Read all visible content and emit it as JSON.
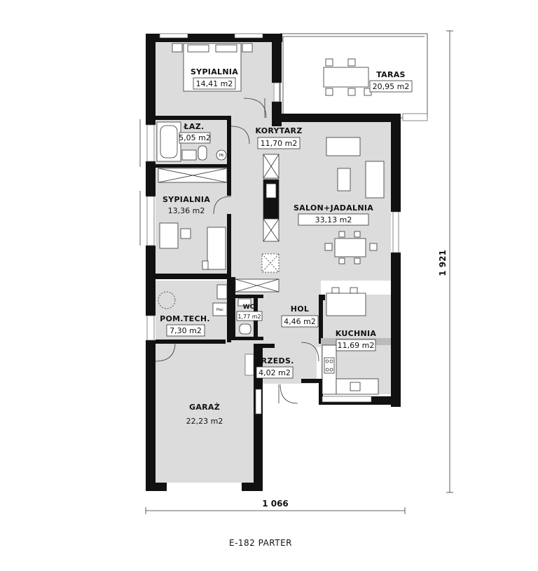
{
  "plan": {
    "title": "E-182 PARTER",
    "dimensions": {
      "width": "1 066",
      "height": "1 921"
    },
    "rooms": [
      {
        "id": "sypialnia1",
        "name": "SYPIALNIA",
        "area": "14,41 m2"
      },
      {
        "id": "taras",
        "name": "TARAS",
        "area": "20,95 m2"
      },
      {
        "id": "lazienka",
        "name": "ŁAZ.",
        "area": "5,05 m2"
      },
      {
        "id": "korytarz",
        "name": "KORYTARZ",
        "area": "11,70 m2"
      },
      {
        "id": "sypialnia2",
        "name": "SYPIALNIA",
        "area": "13,36 m2"
      },
      {
        "id": "salon",
        "name": "SALON+JADALNIA",
        "area": "33,13 m2"
      },
      {
        "id": "pomtech",
        "name": "POM.TECH.",
        "area": "7,30 m2"
      },
      {
        "id": "wc",
        "name": "WC",
        "area": "1,77 m2"
      },
      {
        "id": "hol",
        "name": "HOL",
        "area": "4,46 m2"
      },
      {
        "id": "kuchnia",
        "name": "KUCHNIA",
        "area": "11,69 m2"
      },
      {
        "id": "przeds",
        "name": "PRZEDS.",
        "area": "4,02 m2"
      },
      {
        "id": "garaz",
        "name": "GARAŻ",
        "area": "22,23 m2"
      }
    ],
    "fixture_labels": {
      "furnace": "Piec",
      "washer": "PR"
    }
  }
}
